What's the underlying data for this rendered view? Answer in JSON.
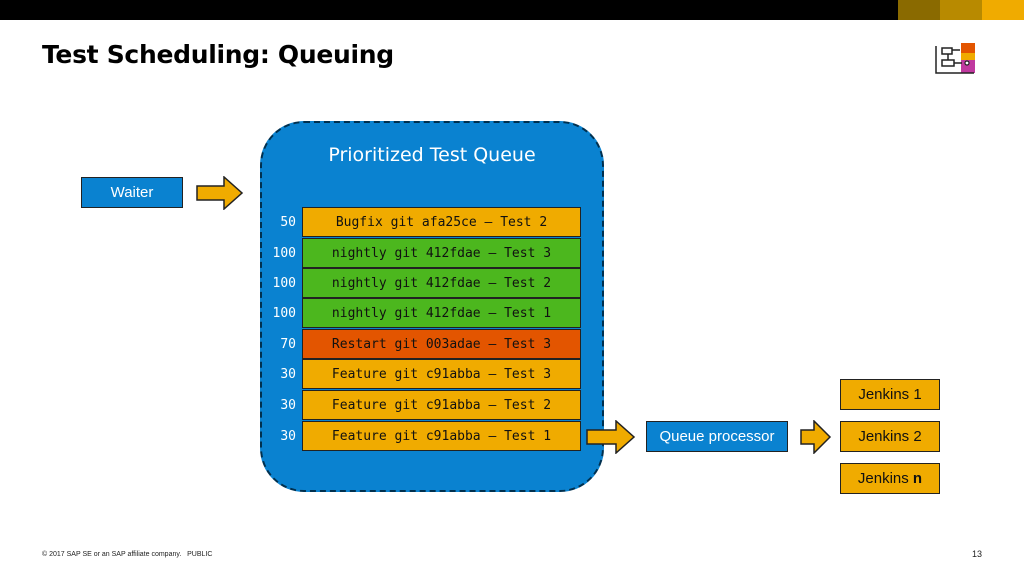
{
  "slide": {
    "title": "Test Scheduling: Queuing",
    "footer": "© 2017 SAP SE or an SAP affiliate company.   PUBLIC",
    "page_number": "13"
  },
  "queue": {
    "title": "Prioritized Test Queue",
    "items": [
      {
        "priority": "50",
        "label": "Bugfix git afa25ce – Test 2",
        "color": "#f0ab00"
      },
      {
        "priority": "100",
        "label": "nightly git 412fdae – Test 3",
        "color": "#4cb71e"
      },
      {
        "priority": "100",
        "label": "nightly git 412fdae – Test 2",
        "color": "#4cb71e"
      },
      {
        "priority": "100",
        "label": "nightly git 412fdae – Test 1",
        "color": "#4cb71e"
      },
      {
        "priority": "70",
        "label": "Restart git 003adae – Test 3",
        "color": "#e35500"
      },
      {
        "priority": "30",
        "label": "Feature git c91abba – Test 3",
        "color": "#f0ab00"
      },
      {
        "priority": "30",
        "label": "Feature git c91abba – Test 2",
        "color": "#f0ab00"
      },
      {
        "priority": "30",
        "label": "Feature git c91abba – Test 1",
        "color": "#f0ab00"
      }
    ]
  },
  "nodes": {
    "waiter": "Waiter",
    "queue_processor": "Queue processor",
    "jenkins": [
      {
        "text": "Jenkins 1",
        "suffix": ""
      },
      {
        "text": "Jenkins 2",
        "suffix": ""
      },
      {
        "text": "Jenkins ",
        "suffix": "n"
      }
    ]
  },
  "colors": {
    "blue": "#0a82d0",
    "gold": "#f0ab00",
    "green": "#4cb71e",
    "red": "#e35500"
  }
}
